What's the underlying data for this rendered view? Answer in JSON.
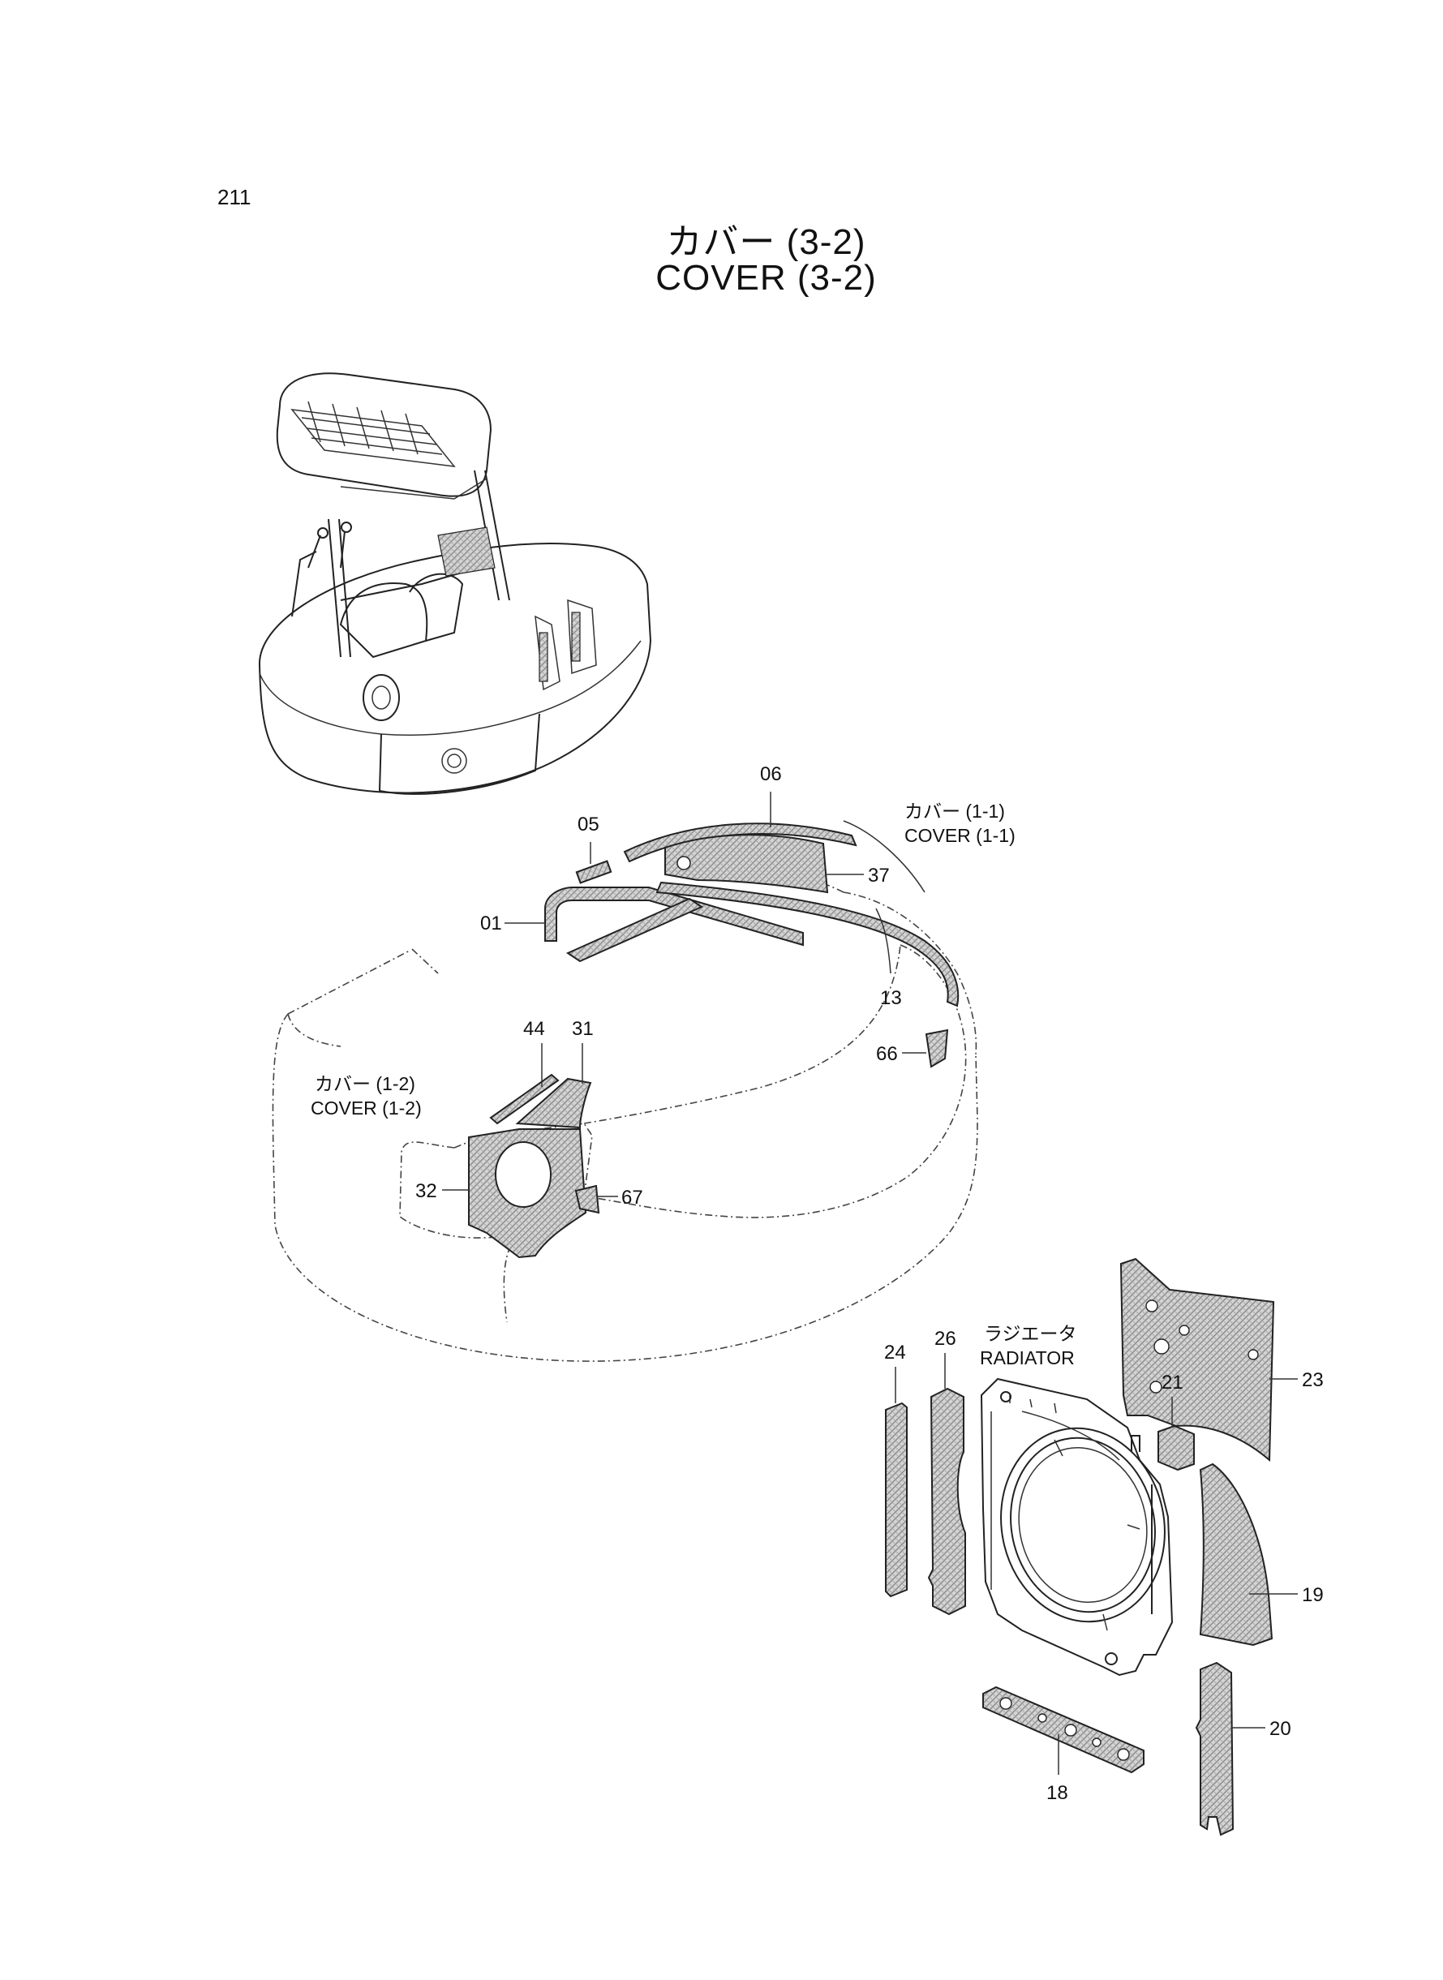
{
  "page_number": "211",
  "title": {
    "ja": "カバー (3-2)",
    "en": "COVER (3-2)"
  },
  "callouts": [
    {
      "id": "c01",
      "text": "01"
    },
    {
      "id": "c05",
      "text": "05"
    },
    {
      "id": "c06",
      "text": "06"
    },
    {
      "id": "c13",
      "text": "13"
    },
    {
      "id": "c18",
      "text": "18"
    },
    {
      "id": "c19",
      "text": "19"
    },
    {
      "id": "c20",
      "text": "20"
    },
    {
      "id": "c21",
      "text": "21"
    },
    {
      "id": "c23",
      "text": "23"
    },
    {
      "id": "c24",
      "text": "24"
    },
    {
      "id": "c26",
      "text": "26"
    },
    {
      "id": "c31",
      "text": "31"
    },
    {
      "id": "c32",
      "text": "32"
    },
    {
      "id": "c37",
      "text": "37"
    },
    {
      "id": "c44",
      "text": "44"
    },
    {
      "id": "c66",
      "text": "66"
    },
    {
      "id": "c67",
      "text": "67"
    }
  ],
  "references": {
    "cover_1_1": {
      "ja": "カバー (1-1)",
      "en": "COVER (1-1)"
    },
    "cover_1_2": {
      "ja": "カバー (1-2)",
      "en": "COVER (1-2)"
    },
    "radiator": {
      "ja": "ラジエータ",
      "en": "RADIATOR"
    }
  }
}
